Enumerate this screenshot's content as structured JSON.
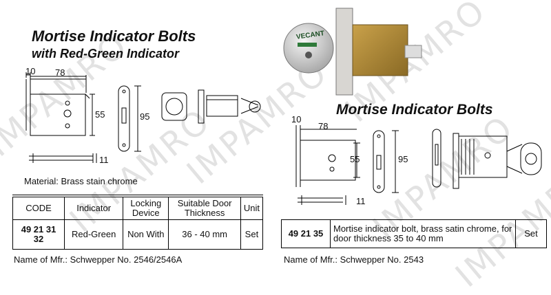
{
  "left": {
    "title": "Mortise Indicator Bolts",
    "subtitle": "with Red-Green Indicator",
    "dims": {
      "d10": "10",
      "d78": "78",
      "d55": "55",
      "d95": "95",
      "d11": "11"
    },
    "material": "Material:  Brass stain chrome",
    "table": {
      "headers": [
        "CODE",
        "Indicator",
        "Locking Device",
        "Suitable Door Thickness",
        "Unit"
      ],
      "row": {
        "code": "49 21 31 32",
        "indicator": "Red-Green",
        "locking": "Non With",
        "thickness": "36 - 40 mm",
        "unit": "Set"
      }
    },
    "mfr": "Name of Mfr.:  Schwepper No. 2546/2546A"
  },
  "right": {
    "title": "Mortise Indicator Bolts",
    "dims": {
      "d10": "10",
      "d78": "78",
      "d55": "55",
      "d95": "95",
      "d11": "11"
    },
    "table": {
      "code": "49 21 35",
      "description": "Mortise indicator bolt, brass satin chrome, for door thickness 35 to 40 mm",
      "unit": "Set"
    },
    "mfr": "Name of Mfr.:  Schwepper No. 2543",
    "indicator_label": "VECANT"
  },
  "watermark": "IMPAMRO"
}
